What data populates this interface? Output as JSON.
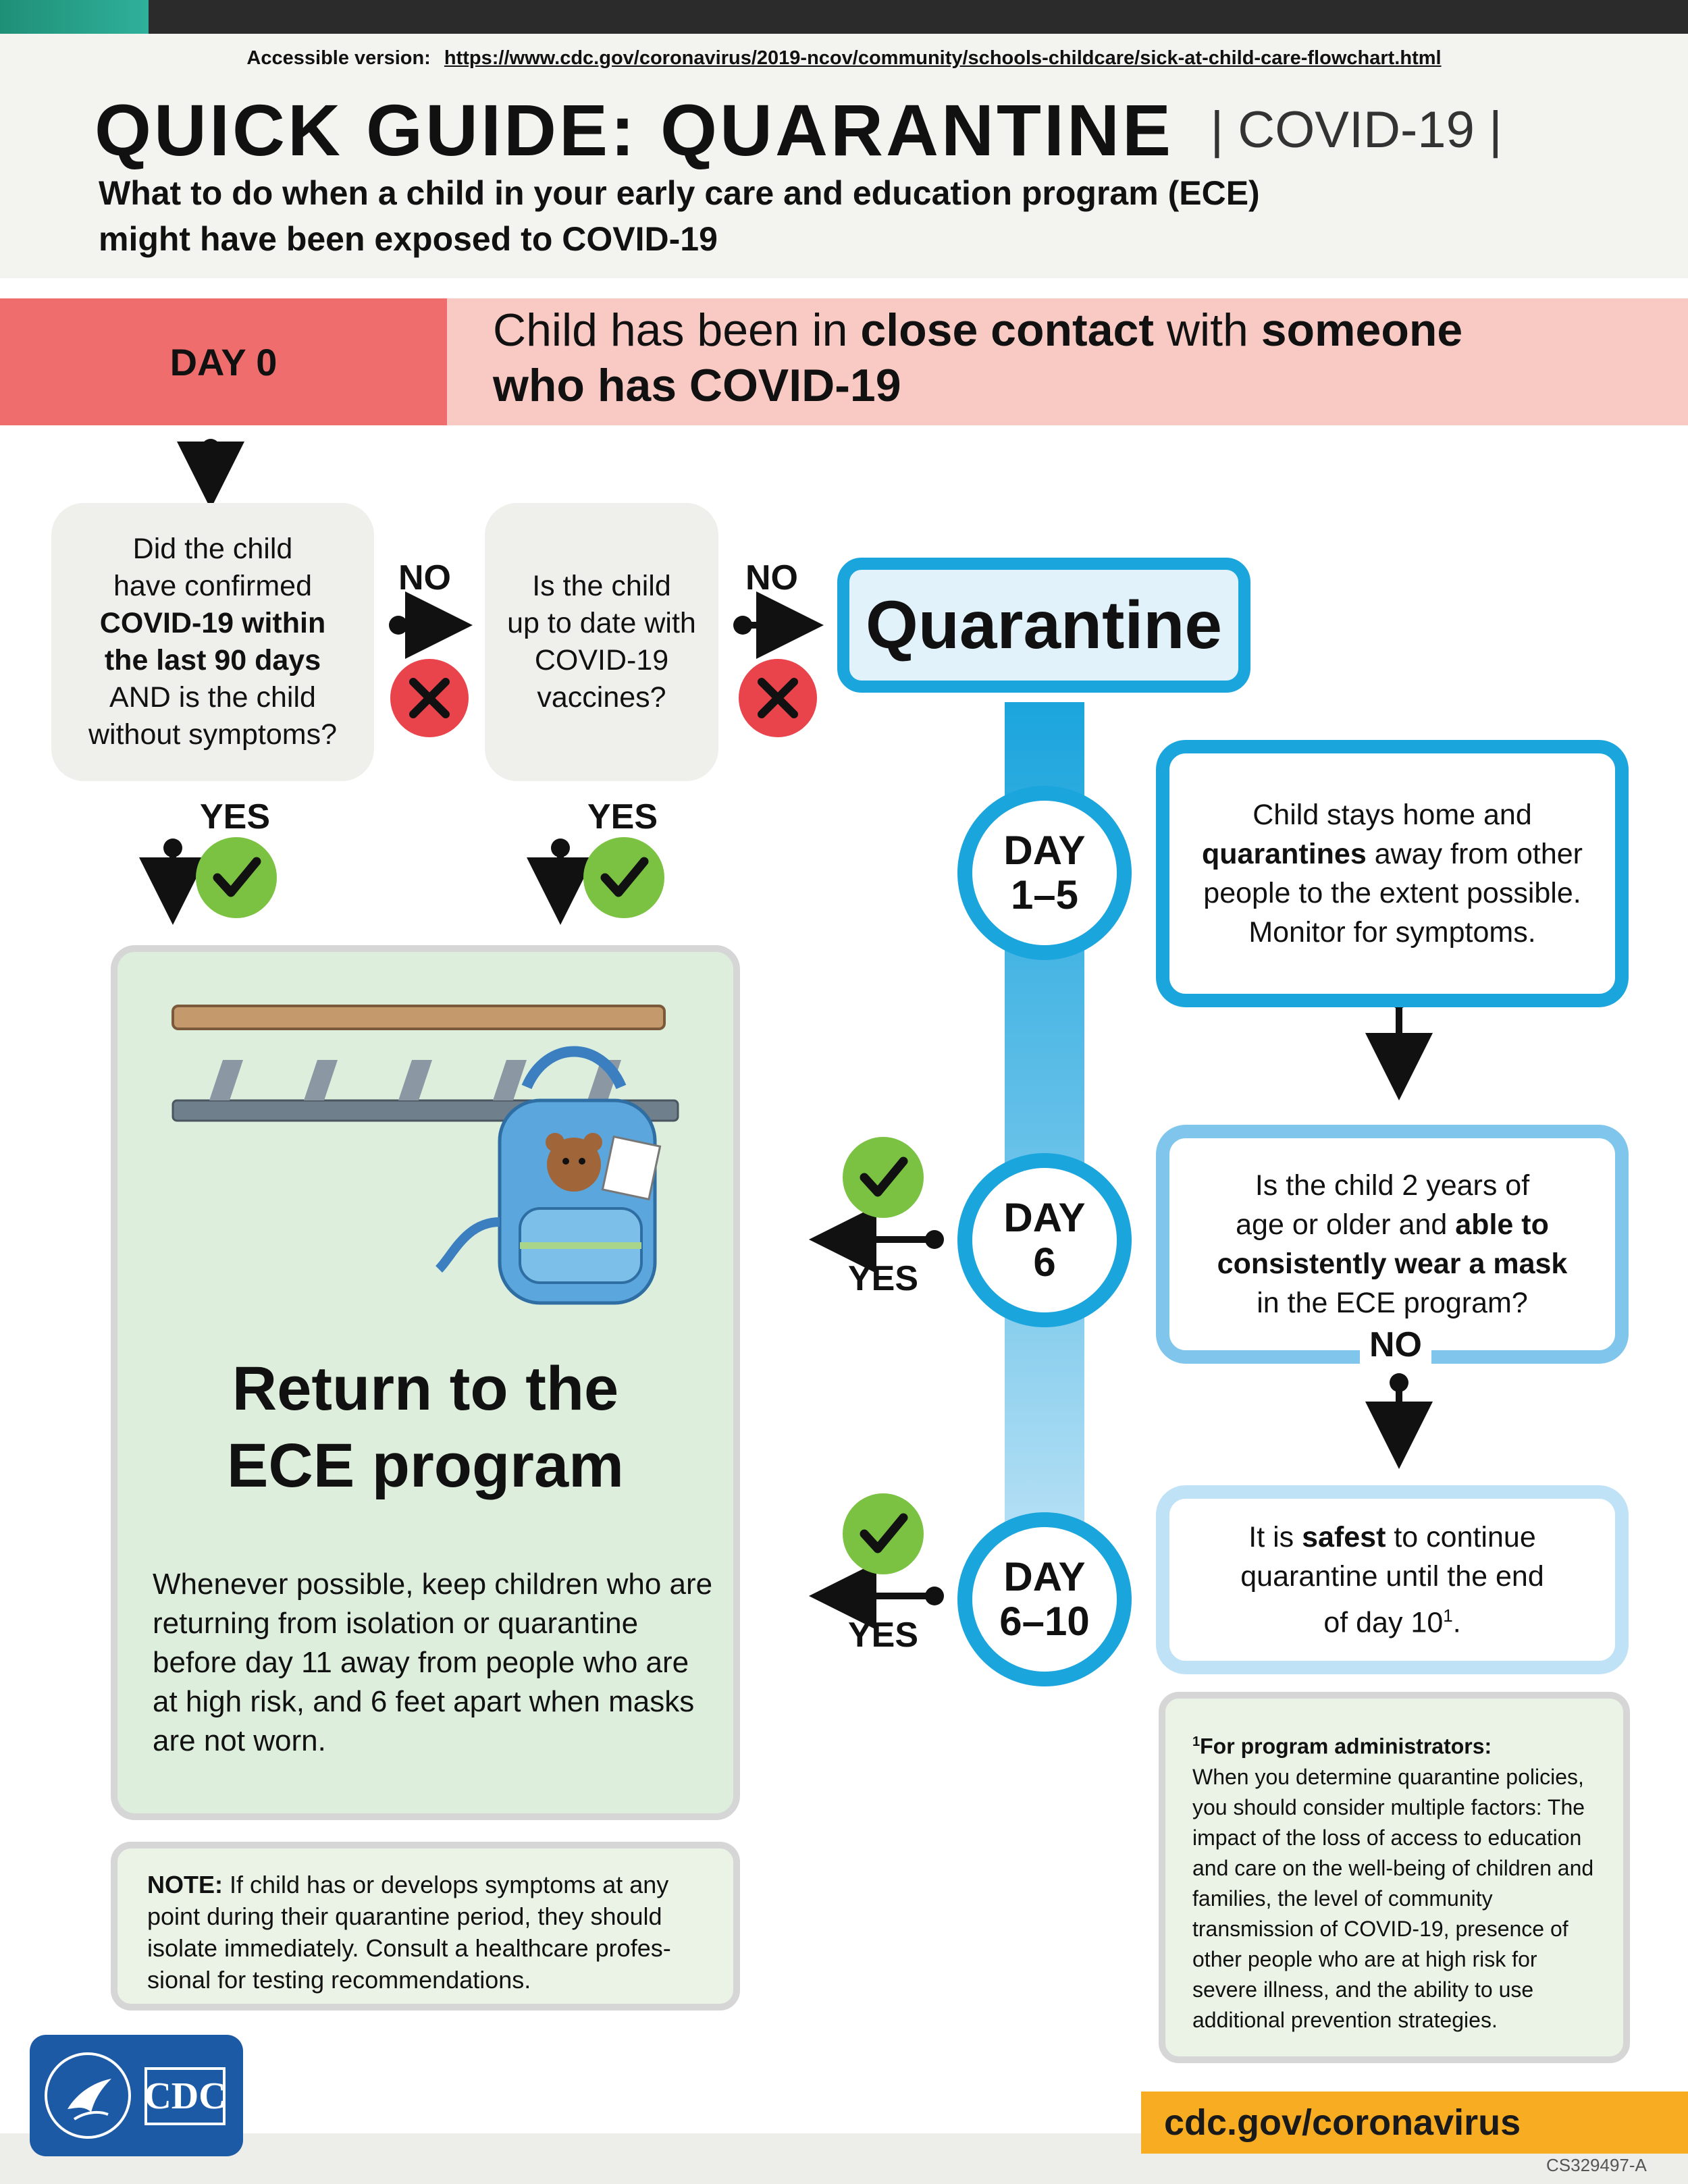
{
  "header": {
    "accessible_label": "Accessible version:",
    "accessible_url": "https://www.cdc.gov/coronavirus/2019-ncov/community/schools-childcare/sick-at-child-care-flowchart.html",
    "title": "QUICK GUIDE: QUARANTINE",
    "tag": "| COVID-19 |",
    "subtitle_line1": "What to do when a child in your early care and education program (ECE)",
    "subtitle_line2": "might have been exposed to COVID-19"
  },
  "day0": {
    "label": "DAY 0",
    "text_a": "Child has been in ",
    "text_b": "close contact",
    "text_c": " with ",
    "text_d": "someone",
    "text_e": "who has COVID-19"
  },
  "questions": {
    "q1_l1": "Did the child",
    "q1_l2": "have confirmed",
    "q1_l3": "COVID-19 within",
    "q1_l4": "the last 90 days",
    "q1_l5": "AND is the child",
    "q1_l6": "without symptoms?",
    "q2_l1": "Is the child",
    "q2_l2": "up to date with",
    "q2_l3": "COVID-19",
    "q2_l4": "vaccines?"
  },
  "labels": {
    "no": "NO",
    "yes": "YES"
  },
  "quarantine": {
    "label": "Quarantine"
  },
  "days": {
    "d15_a": "DAY",
    "d15_b": "1–5",
    "d6_a": "DAY",
    "d6_b": "6",
    "d610_a": "DAY",
    "d610_b": "6–10"
  },
  "steps": {
    "s1_a": "Child stays home and",
    "s1_b": "quarantines",
    "s1_c": " away from other",
    "s1_d": "people to the extent possible.",
    "s1_e": "Monitor for symptoms.",
    "s2_a": "Is the child 2 years of",
    "s2_b": "age or older and ",
    "s2_c": "able to",
    "s2_d": "consistently wear a mask",
    "s2_e": "in the ECE program?",
    "s3_a": "It is ",
    "s3_b": "safest",
    "s3_c": " to continue",
    "s3_d": "quarantine until the end",
    "s3_e": "of day 10",
    "s3_sup": "1",
    "s3_f": "."
  },
  "return": {
    "title_l1": "Return to the",
    "title_l2": "ECE program",
    "body": "Whenever possible, keep children who are returning from isolation or quarantine before day 11 away from people who are at high risk, and 6 feet apart when masks are not worn."
  },
  "note": {
    "label": "NOTE:",
    "text": " If child has or develops symptoms at any point during their quarantine period, they should isolate immediately. Consult a healthcare profes- sional for testing recommendations."
  },
  "admin": {
    "sup": "1",
    "label": "For program administrators:",
    "text": "When you determine quarantine policies, you should consider multiple factors: The impact of the loss of access to education and care on the well-being of children and families, the level of community transmission of COVID-19, presence of other people who are at high risk for severe illness, and the ability to use additional prevention strategies."
  },
  "footer": {
    "url": "cdc.gov/coronavirus",
    "code": "CS329497-A",
    "cdc_logo_text": "CDC"
  },
  "colors": {
    "day0_red": "#ef6d6d",
    "day0_pink": "#f9c9c4",
    "blue": "#1ba5dd",
    "green_check": "#7cc242",
    "red_x": "#e9434b",
    "orange": "#f8ac21"
  }
}
